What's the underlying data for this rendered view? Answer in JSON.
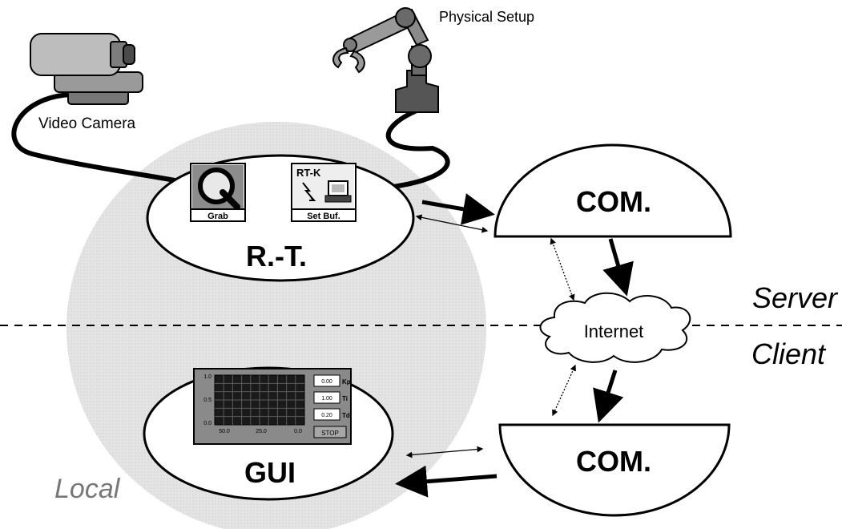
{
  "labels": {
    "physical_setup": "Physical Setup",
    "video_camera": "Video Camera",
    "rt_node": "R.-T.",
    "com_top": "COM.",
    "com_bottom": "COM.",
    "gui_node": "GUI",
    "internet": "Internet",
    "server": "Server",
    "client": "Client",
    "local": "Local"
  },
  "rt_icons": {
    "grab_label": "Grab",
    "rtk_title": "RT-K",
    "setbuf_label": "Set Buf."
  },
  "gui_panel": {
    "y_ticks": [
      "1.0",
      "0.5",
      "0.0"
    ],
    "x_ticks": [
      "50.0",
      "25.0",
      "0.0"
    ],
    "params": [
      {
        "value": "0.00",
        "name": "Kp"
      },
      {
        "value": "1.00",
        "name": "Ti"
      },
      {
        "value": "0.20",
        "name": "Td"
      }
    ],
    "stop_label": "STOP"
  },
  "colors": {
    "local_zone": "#e2e2e2",
    "panel_frame": "#8a8a8a",
    "grid": "#5a5a5a",
    "plot_bg": "#1a1a1a"
  }
}
